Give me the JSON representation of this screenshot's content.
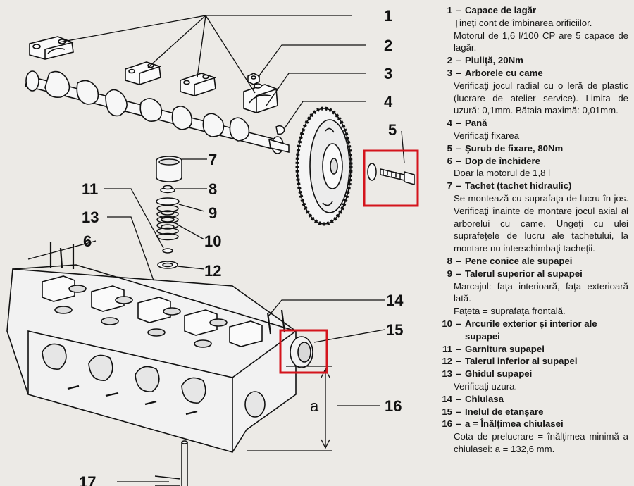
{
  "legend": [
    {
      "num": "1",
      "title": "Capace de lagăr",
      "notes": [
        "Ţineţi cont de îmbinarea orificiilor.",
        "Motorul de 1,6 l/100 CP are 5 capace de lagăr."
      ]
    },
    {
      "num": "2",
      "title": "Piuliţă, 20Nm",
      "notes": []
    },
    {
      "num": "3",
      "title": "Arborele cu came",
      "notes": [
        "Verificaţi jocul radial cu o leră de plastic (lucrare de atelier service). Limita de uzură: 0,1mm. Bătaia maximă: 0,01mm."
      ]
    },
    {
      "num": "4",
      "title": "Pană",
      "notes": [
        "Verificaţi fixarea"
      ]
    },
    {
      "num": "5",
      "title": "Şurub de fixare, 80Nm",
      "notes": []
    },
    {
      "num": "6",
      "title": "Dop de închidere",
      "notes": [
        "Doar la motorul de 1,8 l"
      ]
    },
    {
      "num": "7",
      "title": "Tachet (tachet hidraulic)",
      "notes": [
        "Se montează cu suprafaţa de lucru în jos. Verificaţi înainte de montare jocul axial al arborelui cu came. Ungeţi cu ulei suprafeţele de lucru ale tachetului, la montare nu interschimbaţi tacheţii."
      ]
    },
    {
      "num": "8",
      "title": "Pene conice ale supapei",
      "notes": []
    },
    {
      "num": "9",
      "title": "Talerul superior al supapei",
      "notes": [
        "Marcajul: faţa interioară, faţa exterioară lată.",
        "Faţeta = suprafaţa frontală."
      ]
    },
    {
      "num": "10",
      "title": "Arcurile exterior şi interior ale supapei",
      "notes": []
    },
    {
      "num": "11",
      "title": "Garnitura supapei",
      "notes": []
    },
    {
      "num": "12",
      "title": "Talerul inferior al supapei",
      "notes": []
    },
    {
      "num": "13",
      "title": "Ghidul supapei",
      "notes": [
        "Verificaţi uzura."
      ]
    },
    {
      "num": "14",
      "title": "Chiulasa",
      "notes": []
    },
    {
      "num": "15",
      "title": "Inelul de etanşare",
      "notes": []
    },
    {
      "num": "16",
      "title": "a = Înălţimea chiulasei",
      "notes": [
        "Cota de prelucrare = înălţimea minimă a chiulasei: a = 132,6 mm."
      ]
    }
  ],
  "callouts": [
    {
      "num": "1"
    },
    {
      "num": "2"
    },
    {
      "num": "3"
    },
    {
      "num": "4"
    },
    {
      "num": "5"
    },
    {
      "num": "6"
    },
    {
      "num": "7"
    },
    {
      "num": "8"
    },
    {
      "num": "9"
    },
    {
      "num": "10"
    },
    {
      "num": "11"
    },
    {
      "num": "12"
    },
    {
      "num": "13"
    },
    {
      "num": "14"
    },
    {
      "num": "15"
    },
    {
      "num": "16"
    },
    {
      "num": "17"
    }
  ],
  "dimension_label": "a",
  "highlight_color": "#d4141c"
}
